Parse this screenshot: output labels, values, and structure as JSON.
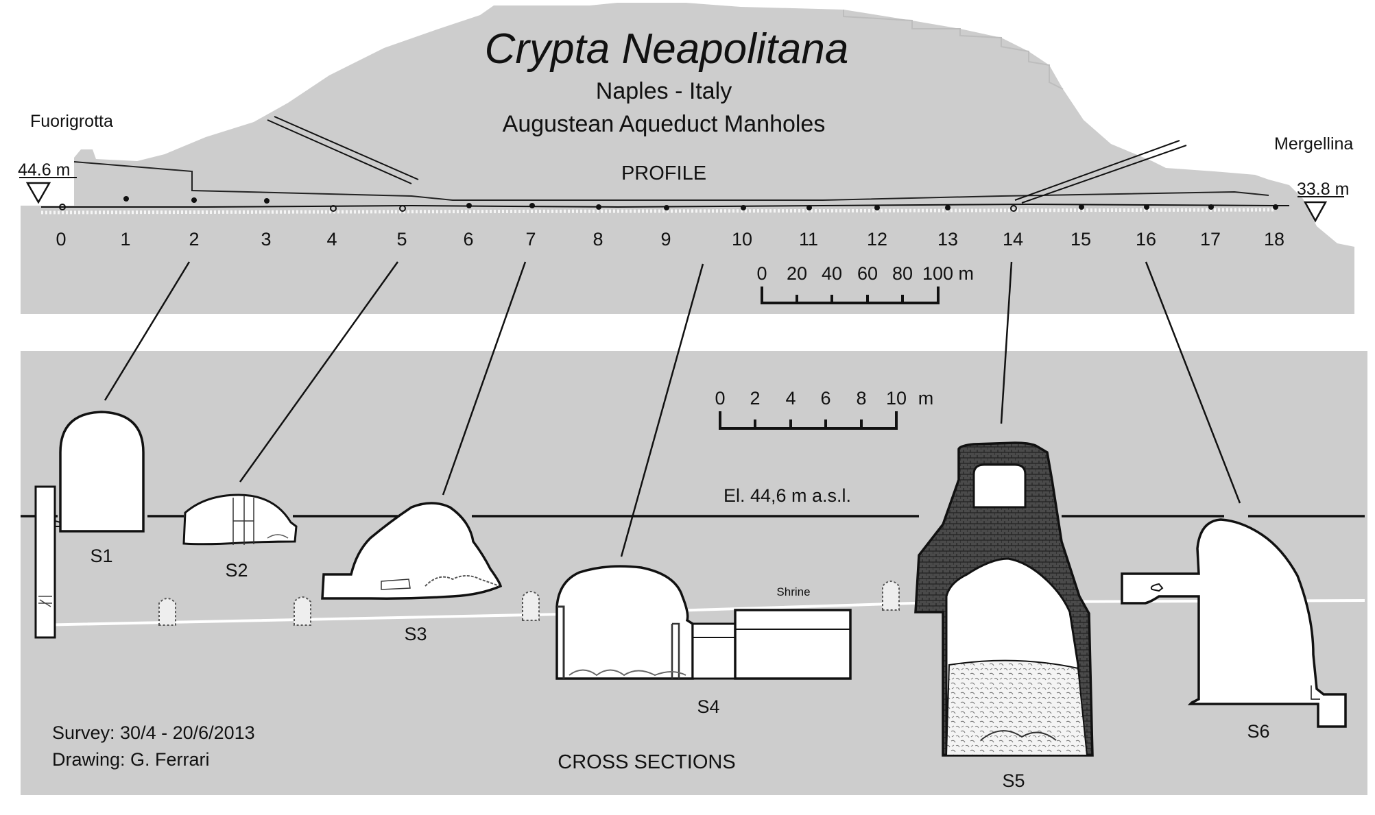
{
  "diagram": {
    "title": "Crypta Neapolitana",
    "subtitle": "Naples - Italy",
    "subtitle2": "Augustean Aqueduct Manholes",
    "profile_label": "PROFILE",
    "cross_sections_label": "CROSS SECTIONS",
    "place_left": "Fuorigrotta",
    "place_right": "Mergellina",
    "elev_left": "44.6 m",
    "elev_right": "33.8 m",
    "elevation_line_label": "El. 44,6 m a.s.l.",
    "manhole_numbers": [
      "0",
      "1",
      "2",
      "3",
      "4",
      "5",
      "6",
      "7",
      "8",
      "9",
      "10",
      "11",
      "12",
      "13",
      "14",
      "15",
      "16",
      "17",
      "18"
    ],
    "profile_scale": {
      "ticks": [
        "0",
        "20",
        "40",
        "60",
        "80",
        "100 m"
      ]
    },
    "section_scale": {
      "ticks": [
        "0",
        "2",
        "4",
        "6",
        "8",
        "10"
      ],
      "unit": "m"
    },
    "sections": [
      {
        "id": "S1",
        "manhole": "2"
      },
      {
        "id": "S2",
        "manhole": "5"
      },
      {
        "id": "S3",
        "manhole": "7"
      },
      {
        "id": "S4",
        "manhole": "9"
      },
      {
        "id": "S5",
        "manhole": "14"
      },
      {
        "id": "S6",
        "manhole": "16"
      }
    ],
    "shrine_label": "Shrine",
    "survey": "Survey:  30/4 - 20/6/2013",
    "drawing": "Drawing:  G. Ferrari",
    "colors": {
      "background": "#cdcdcd",
      "terrain": "#cdcdcd",
      "line": "#111111",
      "section_fill": "#ffffff"
    }
  }
}
